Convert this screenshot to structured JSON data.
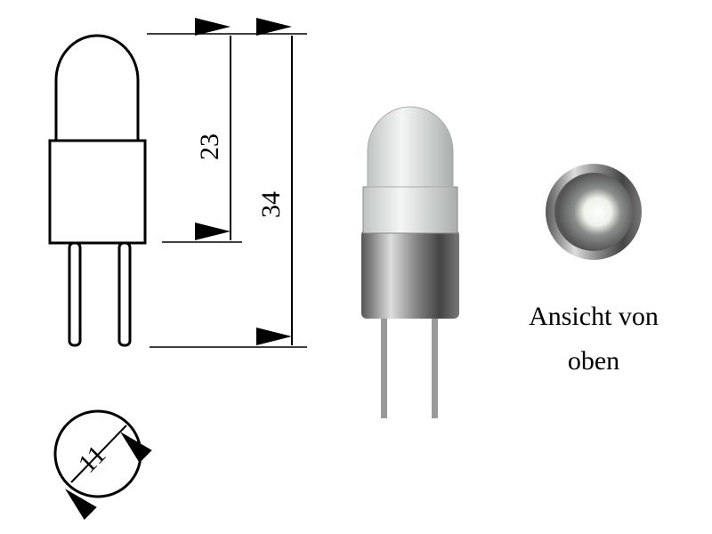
{
  "dimensions": {
    "height_upper": "23",
    "height_total": "34",
    "diameter": "11"
  },
  "caption": {
    "line1": "Ansicht von",
    "line2": "oben"
  }
}
